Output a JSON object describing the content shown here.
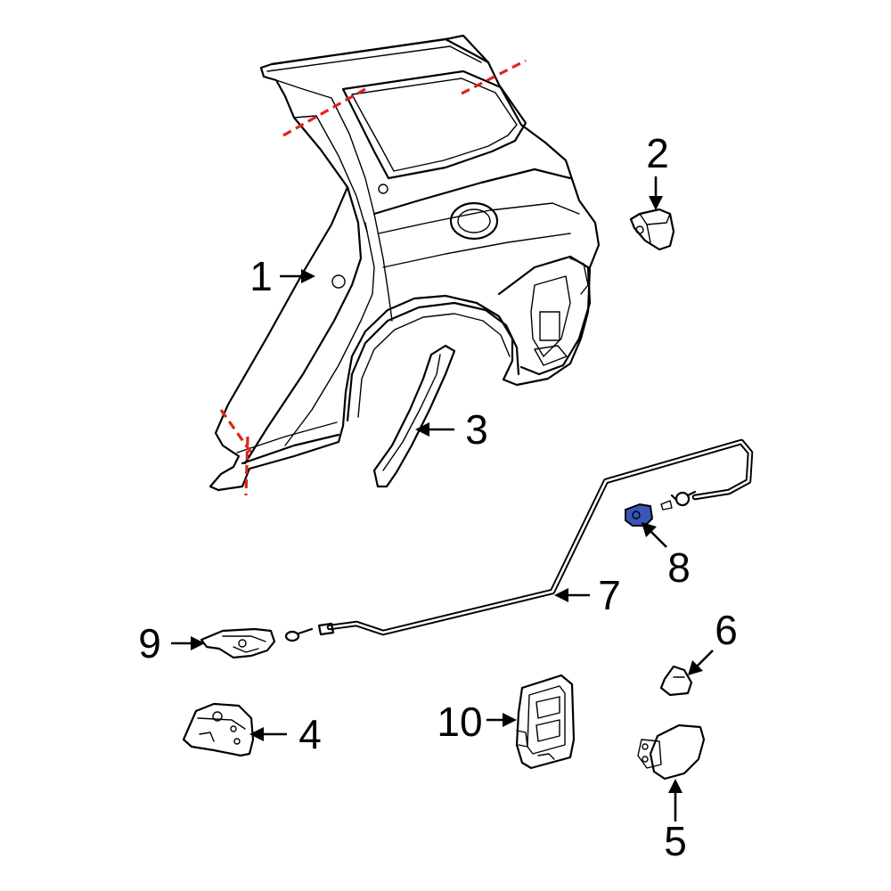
{
  "diagram": {
    "highlight_color": "#3a55b8",
    "cut_line_color": "#e2231a",
    "callouts": [
      {
        "id": "1",
        "label": "1"
      },
      {
        "id": "2",
        "label": "2"
      },
      {
        "id": "3",
        "label": "3"
      },
      {
        "id": "4",
        "label": "4"
      },
      {
        "id": "5",
        "label": "5"
      },
      {
        "id": "6",
        "label": "6"
      },
      {
        "id": "7",
        "label": "7"
      },
      {
        "id": "8",
        "label": "8"
      },
      {
        "id": "9",
        "label": "9"
      },
      {
        "id": "10",
        "label": "10"
      }
    ]
  }
}
